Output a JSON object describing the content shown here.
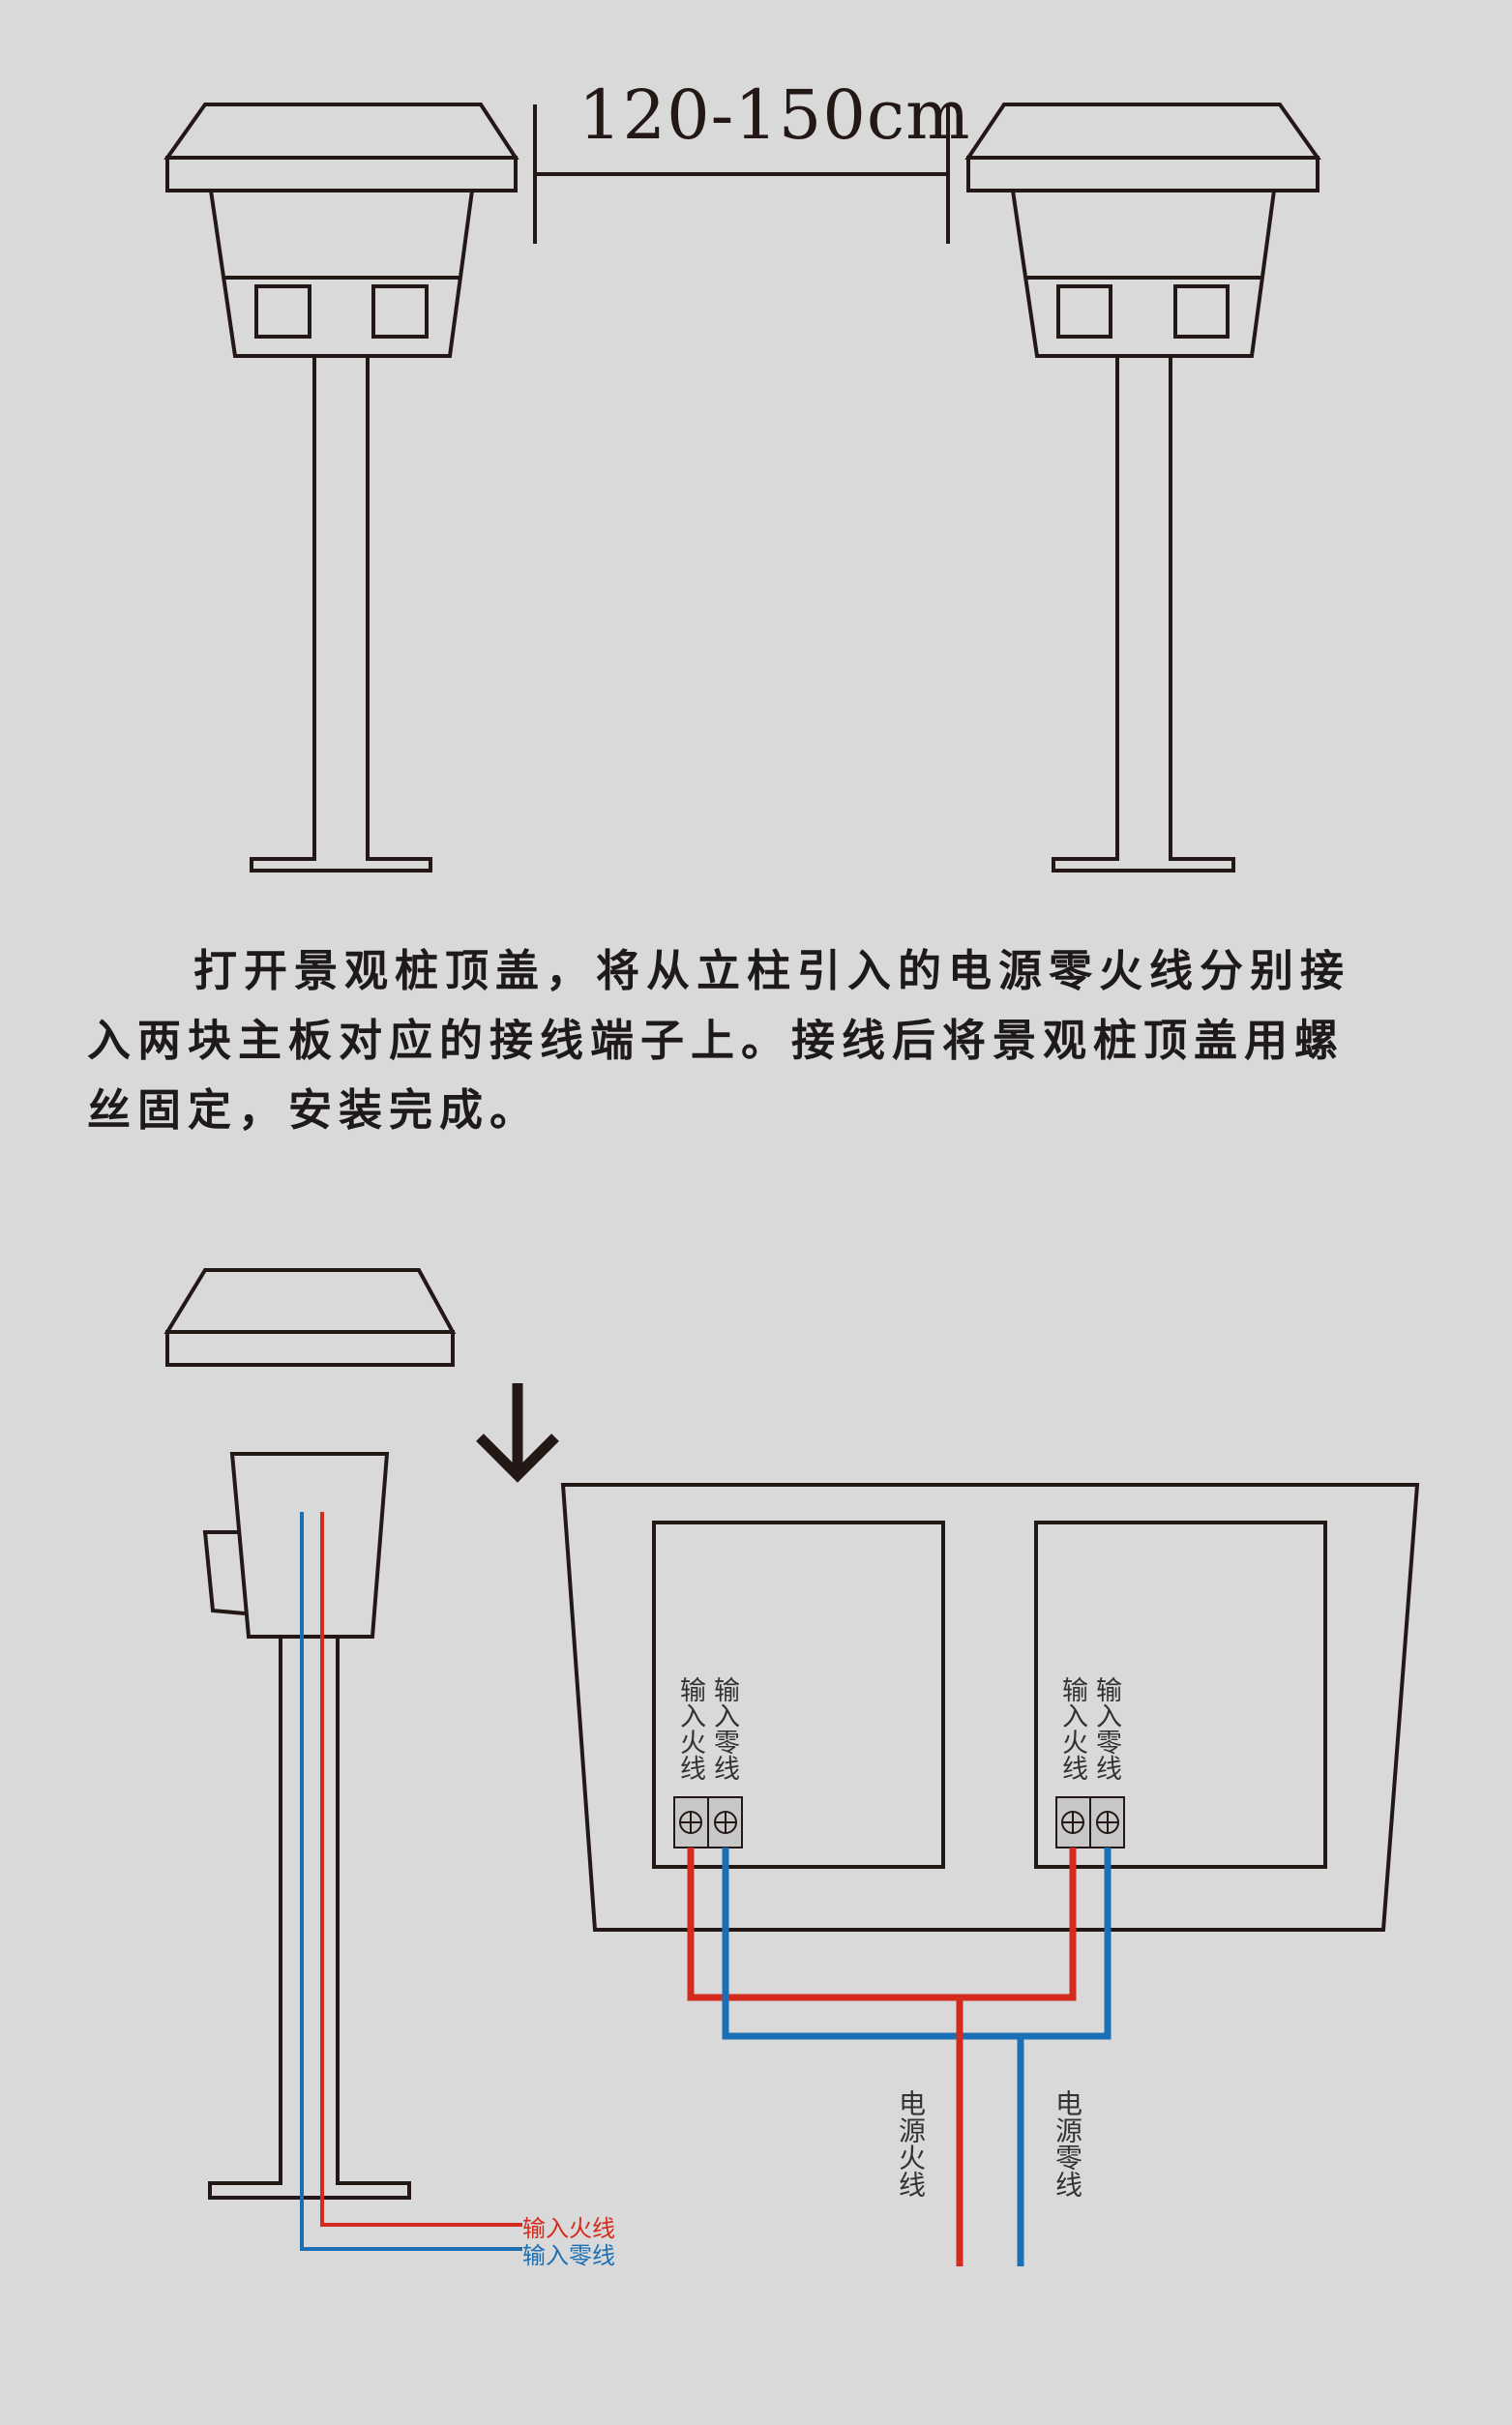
{
  "distance_label": "120-150cm",
  "instruction": {
    "line1": "打开景观桩顶盖，将从立柱引入的电源零火线分别接",
    "line2": "入两块主板对应的接线端子上。接线后将景观桩顶盖用螺",
    "line3": "丝固定，安装完成。"
  },
  "board_labels": {
    "fire": "输入火线",
    "neutral": "输入零线"
  },
  "power_labels": {
    "fire": "电源火线",
    "neutral": "电源零线"
  },
  "pole_labels": {
    "fire": "输入火线",
    "neutral": "输入零线"
  },
  "colors": {
    "line": "#231815",
    "fire_wire": "#d52b1e",
    "neutral_wire": "#1b6fb5",
    "background": "#d9d9da"
  }
}
